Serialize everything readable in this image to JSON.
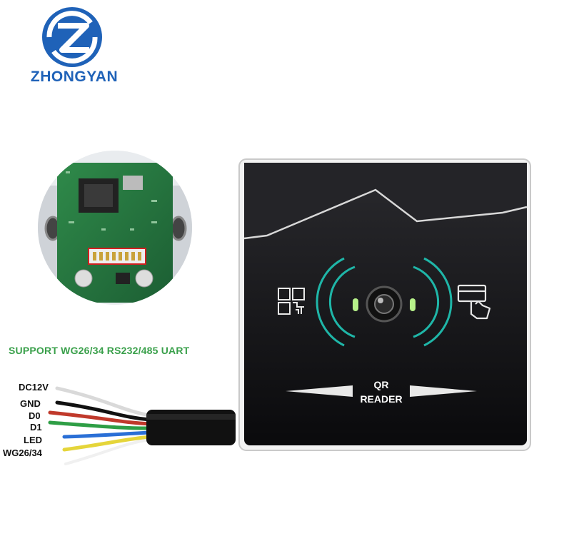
{
  "brand": {
    "name": "ZHONGYAN",
    "colors": {
      "primary": "#1f62b8",
      "accent_green": "#3aa04b"
    }
  },
  "support_text": "SUPPORT WG26/34 RS232/485 UART",
  "wires": [
    {
      "label": "DC12V",
      "color": "#d9d9d9"
    },
    {
      "label": "GND",
      "color": "#111111"
    },
    {
      "label": "D0",
      "color": "#c0392b"
    },
    {
      "label": "D1",
      "color": "#2e9e45"
    },
    {
      "label": "LED",
      "color": "#2a6fd6"
    },
    {
      "label": "WG26/34",
      "color": "#e5d53a"
    }
  ],
  "device": {
    "label_line1": "QR",
    "label_line2": "READER",
    "icons": [
      "qr-code-icon",
      "card-tap-icon",
      "camera-lens-icon"
    ]
  }
}
